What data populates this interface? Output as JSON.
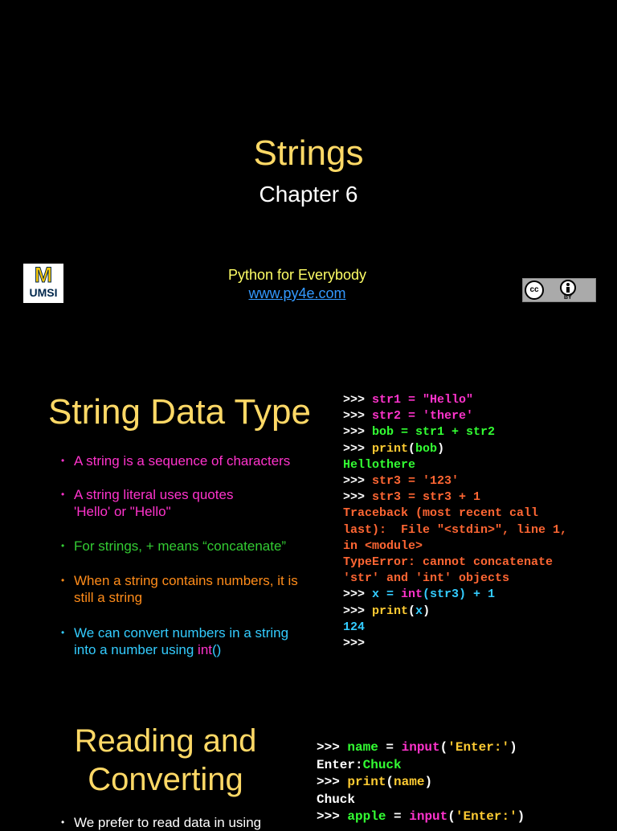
{
  "slide1": {
    "title": "Strings",
    "subtitle": "Chapter 6",
    "logo_text": "UMSI",
    "logo_letter": "M",
    "course": "Python for Everybody",
    "url": "www.py4e.com",
    "license": {
      "cc": "cc",
      "by": "BY"
    }
  },
  "slide2": {
    "heading": "String Data Type",
    "bullets": [
      {
        "text": "A string is a sequence of characters"
      },
      {
        "line1": "A string literal uses quotes",
        "line2": "'Hello' or \"Hello\""
      },
      {
        "text": "For strings, + means “concatenate”"
      },
      {
        "line1": "When a string contains numbers, it is",
        "line2": "still a string"
      },
      {
        "line1": "We can convert numbers in a string",
        "line2_pre": "into a number using ",
        "line2_fn": "int",
        "line2_post": "()"
      }
    ],
    "code": [
      [
        {
          "t": ">>> ",
          "c": "w"
        },
        {
          "t": "str1 = \"Hello\"",
          "c": "m"
        }
      ],
      [
        {
          "t": ">>> ",
          "c": "w"
        },
        {
          "t": "str2 = 'there'",
          "c": "m"
        }
      ],
      [
        {
          "t": ">>> ",
          "c": "w"
        },
        {
          "t": "bob = str1 + str2",
          "c": "g"
        }
      ],
      [
        {
          "t": ">>> ",
          "c": "w"
        },
        {
          "t": "print",
          "c": "y"
        },
        {
          "t": "(",
          "c": "w"
        },
        {
          "t": "bob",
          "c": "g"
        },
        {
          "t": ")",
          "c": "w"
        }
      ],
      [
        {
          "t": "Hellothere",
          "c": "g"
        }
      ],
      [
        {
          "t": ">>> ",
          "c": "w"
        },
        {
          "t": "str3 = '123'",
          "c": "o"
        }
      ],
      [
        {
          "t": ">>> ",
          "c": "w"
        },
        {
          "t": "str3 = str3 + 1",
          "c": "o"
        }
      ],
      [
        {
          "t": "Traceback (most recent call",
          "c": "o"
        }
      ],
      [
        {
          "t": "last):  File \"<stdin>\", line 1,",
          "c": "o"
        }
      ],
      [
        {
          "t": "in <module>",
          "c": "o"
        }
      ],
      [
        {
          "t": "TypeError: cannot concatenate",
          "c": "o"
        }
      ],
      [
        {
          "t": "'str' and 'int' objects",
          "c": "o"
        }
      ],
      [
        {
          "t": ">>> ",
          "c": "w"
        },
        {
          "t": "x = ",
          "c": "c"
        },
        {
          "t": "int",
          "c": "m"
        },
        {
          "t": "(str3) + 1",
          "c": "c"
        }
      ],
      [
        {
          "t": ">>> ",
          "c": "w"
        },
        {
          "t": "print",
          "c": "y"
        },
        {
          "t": "(",
          "c": "w"
        },
        {
          "t": "x",
          "c": "c"
        },
        {
          "t": ")",
          "c": "w"
        }
      ],
      [
        {
          "t": "124",
          "c": "c"
        }
      ],
      [
        {
          "t": ">>>",
          "c": "w"
        }
      ]
    ]
  },
  "slide3": {
    "heading_line1": "Reading and",
    "heading_line2": "Converting",
    "bullet_partial": "We prefer to read data in using",
    "code": [
      [
        {
          "t": ">>> ",
          "c": "w"
        },
        {
          "t": "name",
          "c": "g"
        },
        {
          "t": " = ",
          "c": "w"
        },
        {
          "t": "input",
          "c": "m"
        },
        {
          "t": "(",
          "c": "w"
        },
        {
          "t": "'Enter:'",
          "c": "y"
        },
        {
          "t": ")",
          "c": "w"
        }
      ],
      [
        {
          "t": "Enter:",
          "c": "w"
        },
        {
          "t": "Chuck",
          "c": "g"
        }
      ],
      [
        {
          "t": ">>> ",
          "c": "w"
        },
        {
          "t": "print",
          "c": "y"
        },
        {
          "t": "(",
          "c": "w"
        },
        {
          "t": "name",
          "c": "y"
        },
        {
          "t": ")",
          "c": "w"
        }
      ],
      [
        {
          "t": "Chuck",
          "c": "w"
        }
      ],
      [
        {
          "t": ">>> ",
          "c": "w"
        },
        {
          "t": "apple",
          "c": "g"
        },
        {
          "t": " = ",
          "c": "w"
        },
        {
          "t": "input",
          "c": "m"
        },
        {
          "t": "(",
          "c": "w"
        },
        {
          "t": "'Enter:'",
          "c": "y"
        },
        {
          "t": ")",
          "c": "w"
        }
      ]
    ]
  }
}
